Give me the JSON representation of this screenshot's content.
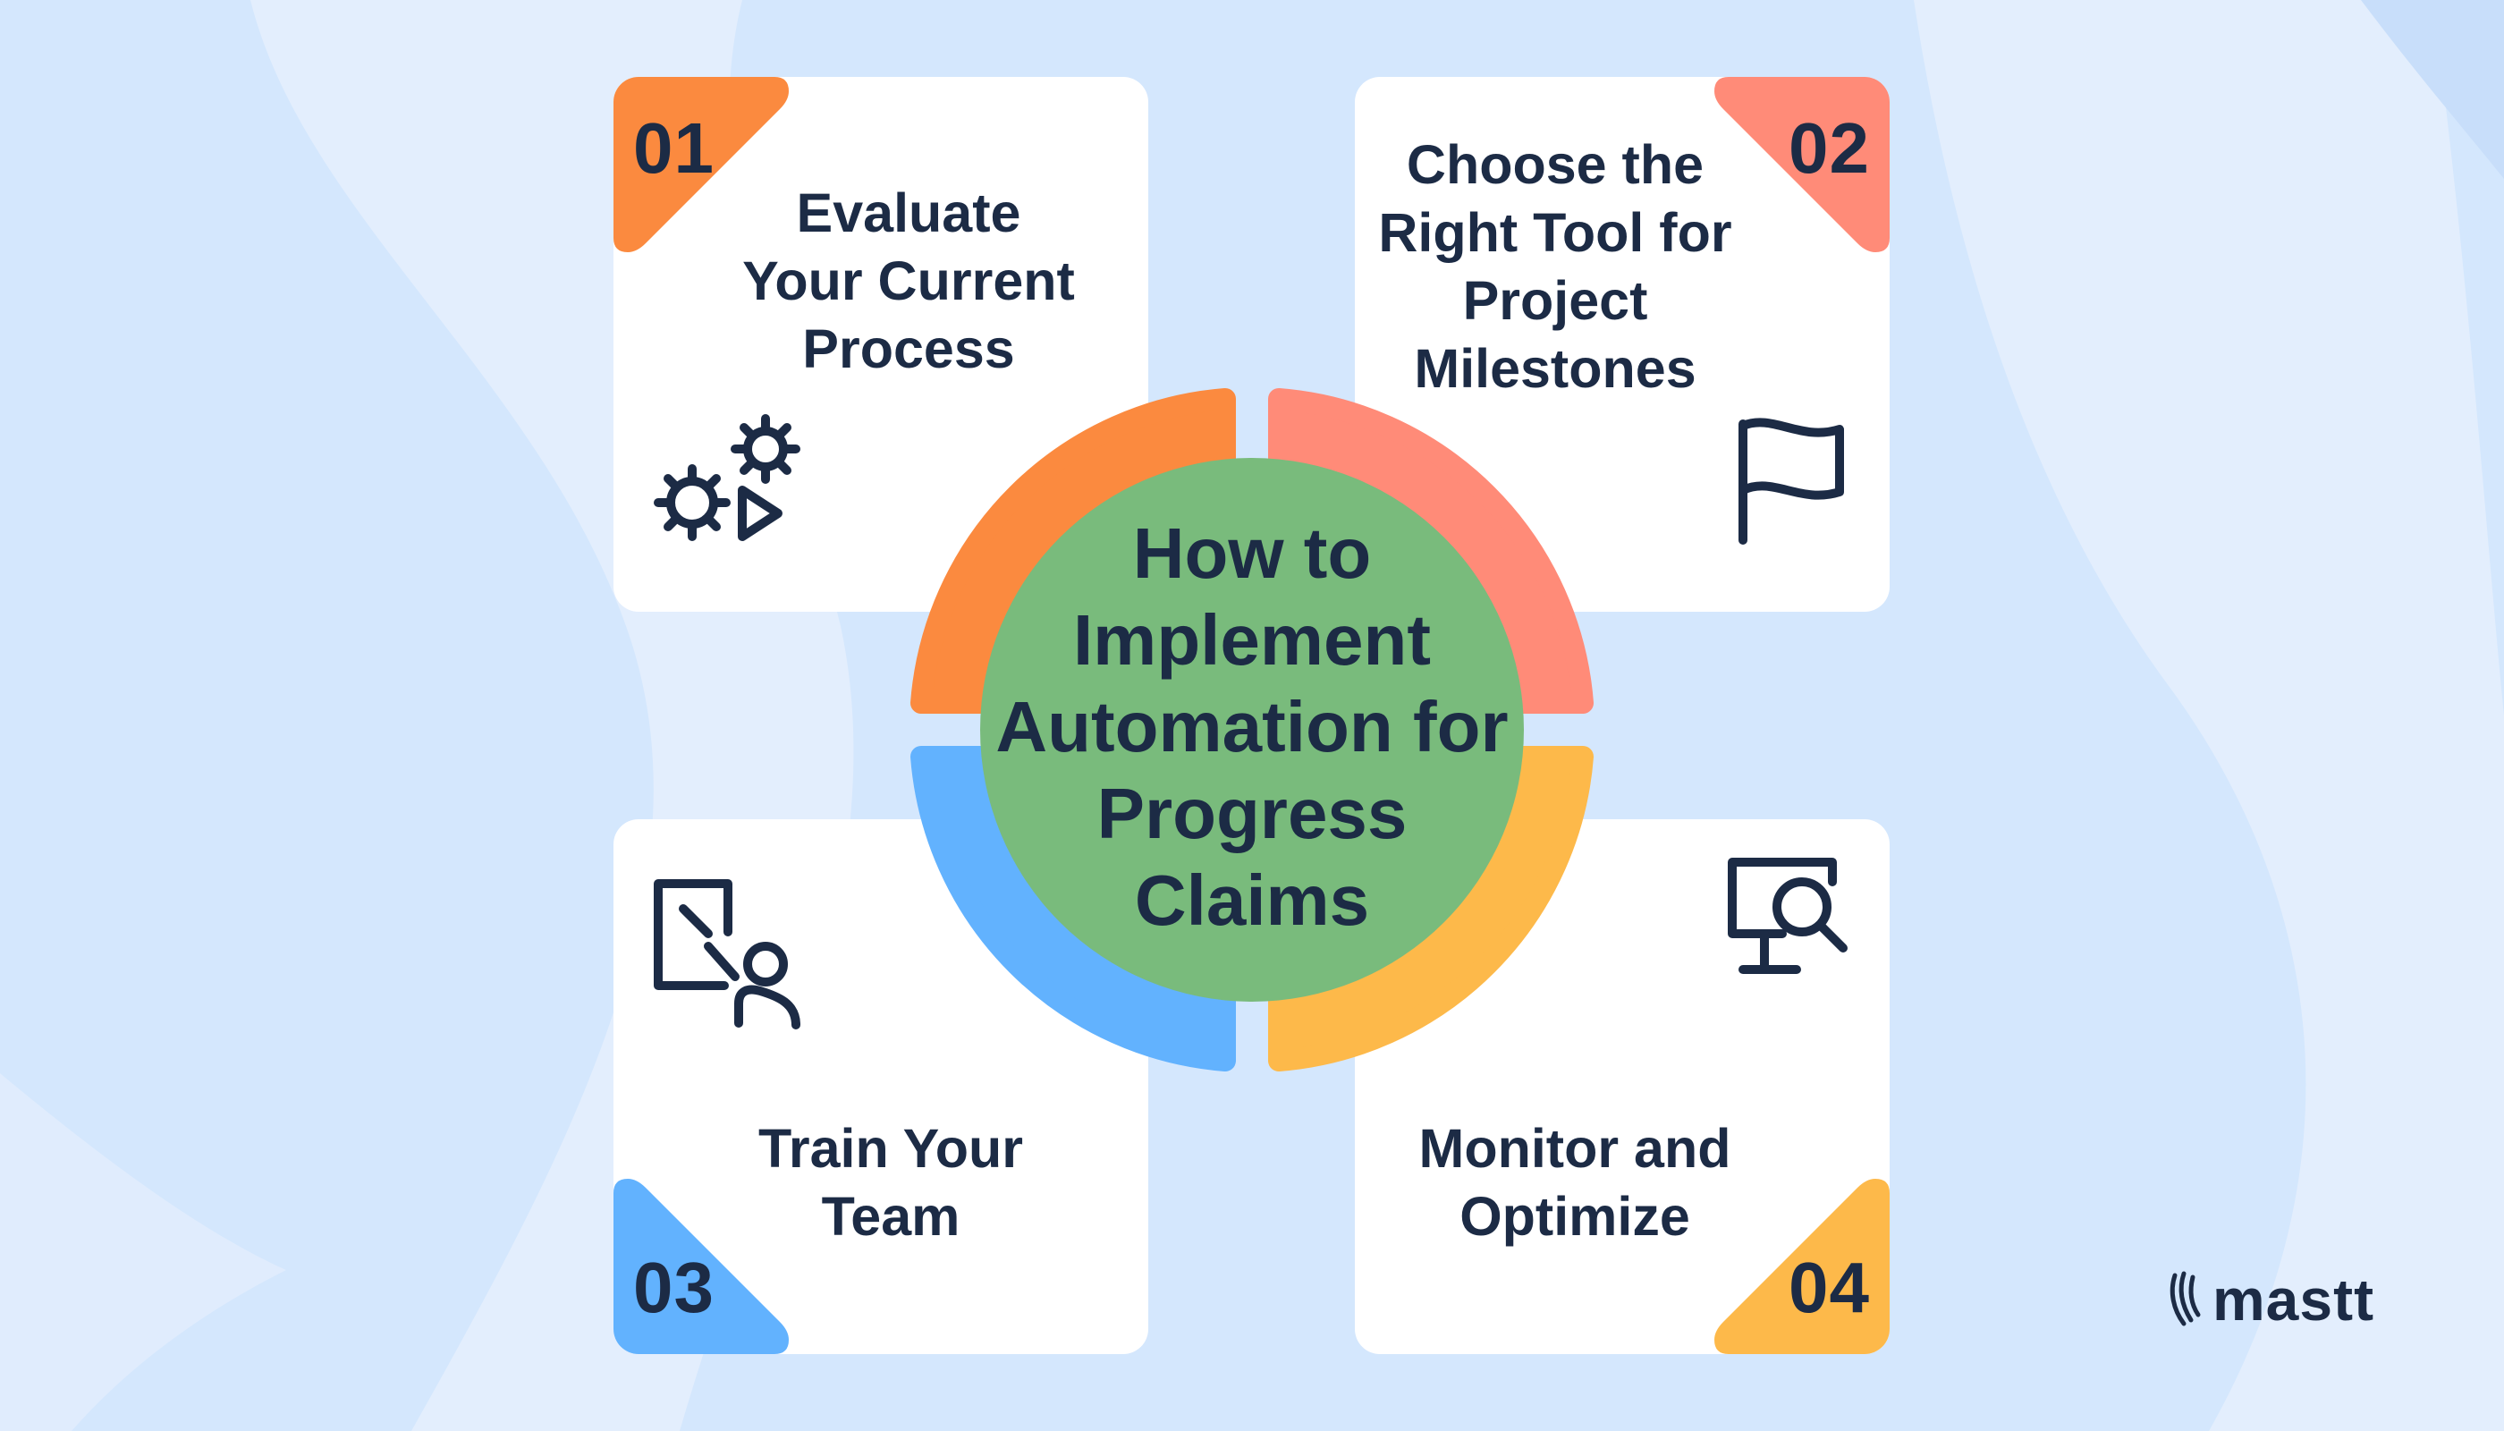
{
  "colors": {
    "background": "#d4e7fd",
    "orange": "#fb8a3f",
    "salmon": "#ff8b78",
    "blue": "#62b2fe",
    "yellow": "#fdb94a",
    "center_green": "#79bb7c",
    "text": "#1c2b45"
  },
  "hub": {
    "title": "How to Implement Automation for Progress Claims"
  },
  "steps": [
    {
      "number": "01",
      "title": "Evaluate Your Current Process",
      "icon": "gears-play-icon",
      "color": "orange"
    },
    {
      "number": "02",
      "title": "Choose the Right Tool for Project Milestones",
      "icon": "flag-icon",
      "color": "salmon"
    },
    {
      "number": "03",
      "title": "Train Your Team",
      "icon": "presentation-trainer-icon",
      "color": "blue"
    },
    {
      "number": "04",
      "title": "Monitor and Optimize",
      "icon": "monitor-search-icon",
      "color": "yellow"
    }
  ],
  "logo": {
    "text": "mastt",
    "icon": "mastt-logo-icon"
  }
}
